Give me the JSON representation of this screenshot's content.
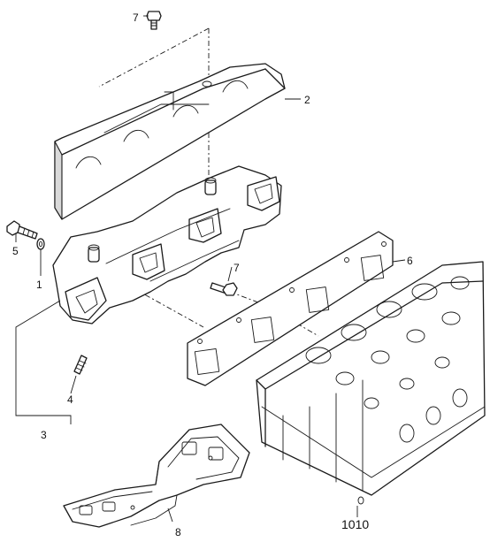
{
  "callouts": {
    "c1": "1",
    "c2": "2",
    "c3": "3",
    "c4": "4",
    "c5": "5",
    "c6": "6",
    "c7a": "7",
    "c7b": "7",
    "c8": "8",
    "c1010": "1010"
  }
}
